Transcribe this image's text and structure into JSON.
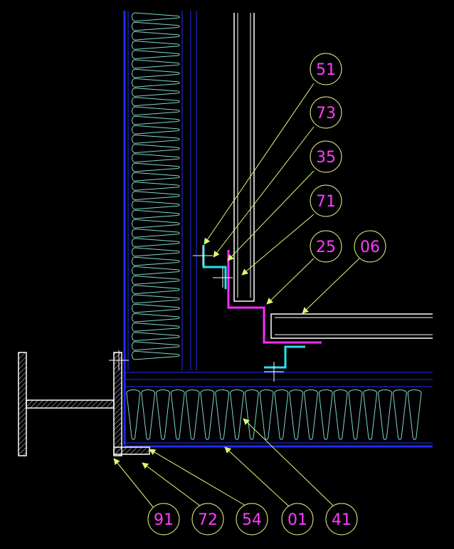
{
  "colors": {
    "background": "#000000",
    "wall_line": "#1f2bff",
    "insulation": "#7fd6d0",
    "frame": "#ffffff",
    "hatch": "#d9d9d9",
    "magenta": "#ff2bff",
    "cyan": "#24e3ee",
    "leader": "#d8ff72",
    "bubble": "#e6f28a",
    "tag_text": "#ff3bff"
  },
  "tags": {
    "t51": "51",
    "t73": "73",
    "t35": "35",
    "t71": "71",
    "t25": "25",
    "t06": "06",
    "t91": "91",
    "t72": "72",
    "t54": "54",
    "t01": "01",
    "t41": "41"
  }
}
